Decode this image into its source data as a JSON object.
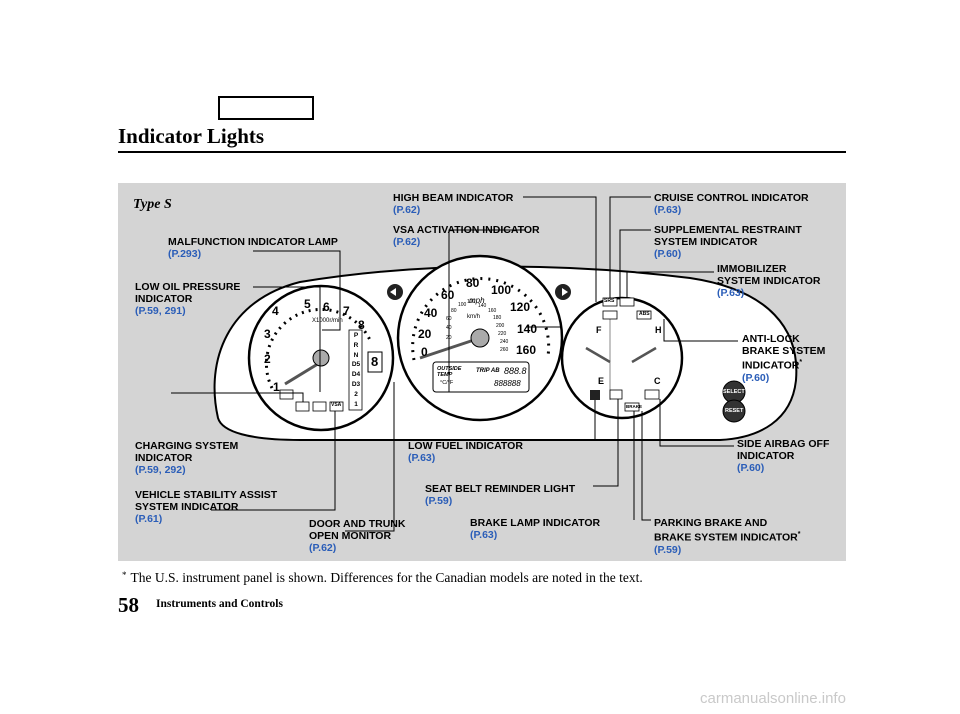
{
  "page": {
    "title": "Indicator Lights",
    "page_number": "58",
    "section": "Instruments and Controls",
    "footnote_mark": "*",
    "footnote": "The U.S. instrument panel is shown. Differences for the Canadian models are noted in the text.",
    "watermark": "carmanualsonline.info"
  },
  "figure": {
    "type_label": "Type S",
    "labels": [
      {
        "id": "malfunction",
        "lines": [
          "MALFUNCTION INDICATOR LAMP"
        ],
        "ref": "(P.293)",
        "asterisk": false
      },
      {
        "id": "low-oil",
        "lines": [
          "LOW OIL PRESSURE",
          "INDICATOR"
        ],
        "ref": "(P.59, 291)",
        "asterisk": false
      },
      {
        "id": "charging",
        "lines": [
          "CHARGING SYSTEM",
          "INDICATOR"
        ],
        "ref": "(P.59, 292)",
        "asterisk": false
      },
      {
        "id": "vsa-system",
        "lines": [
          "VEHICLE STABILITY ASSIST",
          "SYSTEM INDICATOR"
        ],
        "ref": "(P.61)",
        "asterisk": false
      },
      {
        "id": "high-beam",
        "lines": [
          "HIGH BEAM INDICATOR"
        ],
        "ref": "(P.62)",
        "asterisk": false
      },
      {
        "id": "vsa-activation",
        "lines": [
          "VSA ACTIVATION INDICATOR"
        ],
        "ref": "(P.62)",
        "asterisk": false
      },
      {
        "id": "door-trunk",
        "lines": [
          "DOOR AND TRUNK",
          "OPEN MONITOR"
        ],
        "ref": "(P.62)",
        "asterisk": false
      },
      {
        "id": "low-fuel",
        "lines": [
          "LOW FUEL INDICATOR"
        ],
        "ref": "(P.63)",
        "asterisk": false
      },
      {
        "id": "seat-belt",
        "lines": [
          "SEAT BELT REMINDER LIGHT"
        ],
        "ref": "(P.59)",
        "asterisk": false
      },
      {
        "id": "brake-lamp",
        "lines": [
          "BRAKE LAMP INDICATOR"
        ],
        "ref": "(P.63)",
        "asterisk": false
      },
      {
        "id": "cruise",
        "lines": [
          "CRUISE CONTROL INDICATOR"
        ],
        "ref": "(P.63)",
        "asterisk": false
      },
      {
        "id": "srs",
        "lines": [
          "SUPPLEMENTAL RESTRAINT",
          "SYSTEM INDICATOR"
        ],
        "ref": "(P.60)",
        "asterisk": false
      },
      {
        "id": "immobilizer",
        "lines": [
          "IMMOBILIZER",
          "SYSTEM INDICATOR"
        ],
        "ref": "(P.63)",
        "asterisk": false
      },
      {
        "id": "abs",
        "lines": [
          "ANTI-LOCK",
          "BRAKE SYSTEM",
          "INDICATOR"
        ],
        "ref": "(P.60)",
        "asterisk": true
      },
      {
        "id": "side-airbag",
        "lines": [
          "SIDE AIRBAG OFF",
          "INDICATOR"
        ],
        "ref": "(P.60)",
        "asterisk": false
      },
      {
        "id": "parking-brake",
        "lines": [
          "PARKING BRAKE AND",
          "BRAKE SYSTEM INDICATOR"
        ],
        "ref": "(P.59)",
        "asterisk": true
      }
    ],
    "gauges": {
      "tach_numbers": [
        "1",
        "2",
        "3",
        "4",
        "5",
        "6",
        "7",
        "8"
      ],
      "tach_unit": "X1000r/min",
      "gear_positions": [
        "P",
        "R",
        "N",
        "D5",
        "D4",
        "D3",
        "2",
        "1"
      ],
      "gear_digit": "8",
      "speed_mph": [
        "0",
        "20",
        "40",
        "60",
        "80",
        "100",
        "120",
        "140",
        "160"
      ],
      "speed_kmh": [
        "20",
        "40",
        "60",
        "80",
        "100",
        "120",
        "140",
        "160",
        "180",
        "200",
        "220",
        "240",
        "260"
      ],
      "mph_unit": "mph",
      "kmh_unit": "km/h",
      "outside_temp": "OUTSIDE TEMP",
      "outside_temp_unit": "°C/°F",
      "trip": "TRIP AB",
      "trip_digits": "888.8",
      "odo_digits": "888888",
      "fuel_e": "E",
      "fuel_f": "F",
      "temp_h": "H",
      "temp_c": "C",
      "select_button": "SELECT",
      "reset_button": "RESET",
      "srs_badge": "SRS",
      "abs_badge": "ABS",
      "vsa_badge": "VSA",
      "brake_badge": "BRAKE"
    }
  },
  "colors": {
    "figure_bg": "#d4d4d4",
    "page_ref": "#2a5db8",
    "dial_face": "#ffffff"
  }
}
